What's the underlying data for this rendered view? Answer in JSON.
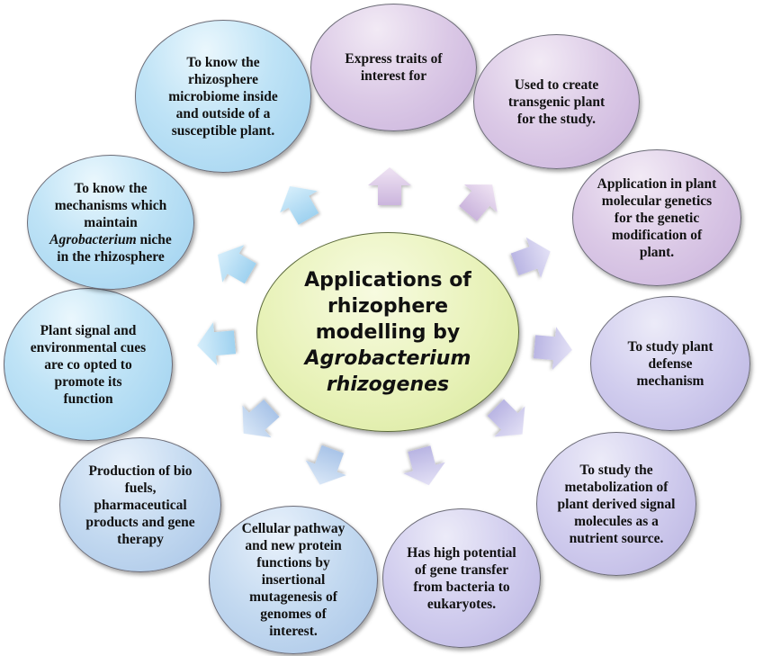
{
  "center": {
    "lines": [
      "Applications of",
      "rhizophere",
      "modelling by"
    ],
    "italic_lines": [
      "Agrobacterium",
      "rhizogenes"
    ]
  },
  "nodes": [
    {
      "id": "express-traits",
      "text": "Express traits of interest for"
    },
    {
      "id": "transgenic-plant",
      "text": "Used to create transgenic plant for the study."
    },
    {
      "id": "molecular-genetics",
      "text": "Application in plant molecular genetics for the genetic modification of plant."
    },
    {
      "id": "plant-defense",
      "text": "To study plant defense mechanism"
    },
    {
      "id": "metabolization",
      "text": "To study the metabolization of plant derived signal molecules as a nutrient source."
    },
    {
      "id": "gene-transfer",
      "text": "Has high potential of gene transfer from bacteria to eukaryotes."
    },
    {
      "id": "insertional-mutagenesis",
      "text": "Cellular pathway and new protein functions by insertional mutagenesis of genomes of interest."
    },
    {
      "id": "biofuels",
      "text": "Production of bio fuels, pharmaceutical products and gene therapy"
    },
    {
      "id": "plant-signal",
      "text": "Plant signal and environmental cues are co opted to promote its function"
    },
    {
      "id": "niche-mechanisms",
      "text_before": "To know the mechanisms which maintain",
      "text_italic": "Agrobacterium",
      "text_after": "niche in the rhizosphere"
    },
    {
      "id": "microbiome",
      "text": "To know the rhizosphere microbiome inside and outside of a susceptible plant."
    }
  ],
  "colors": {
    "blue_arrow": "#a9d8f2",
    "lavender_arrow": "#d3c3e4",
    "periwinkle_arrow": "#c2c2ea",
    "center_fill": "#e6f0b5"
  }
}
